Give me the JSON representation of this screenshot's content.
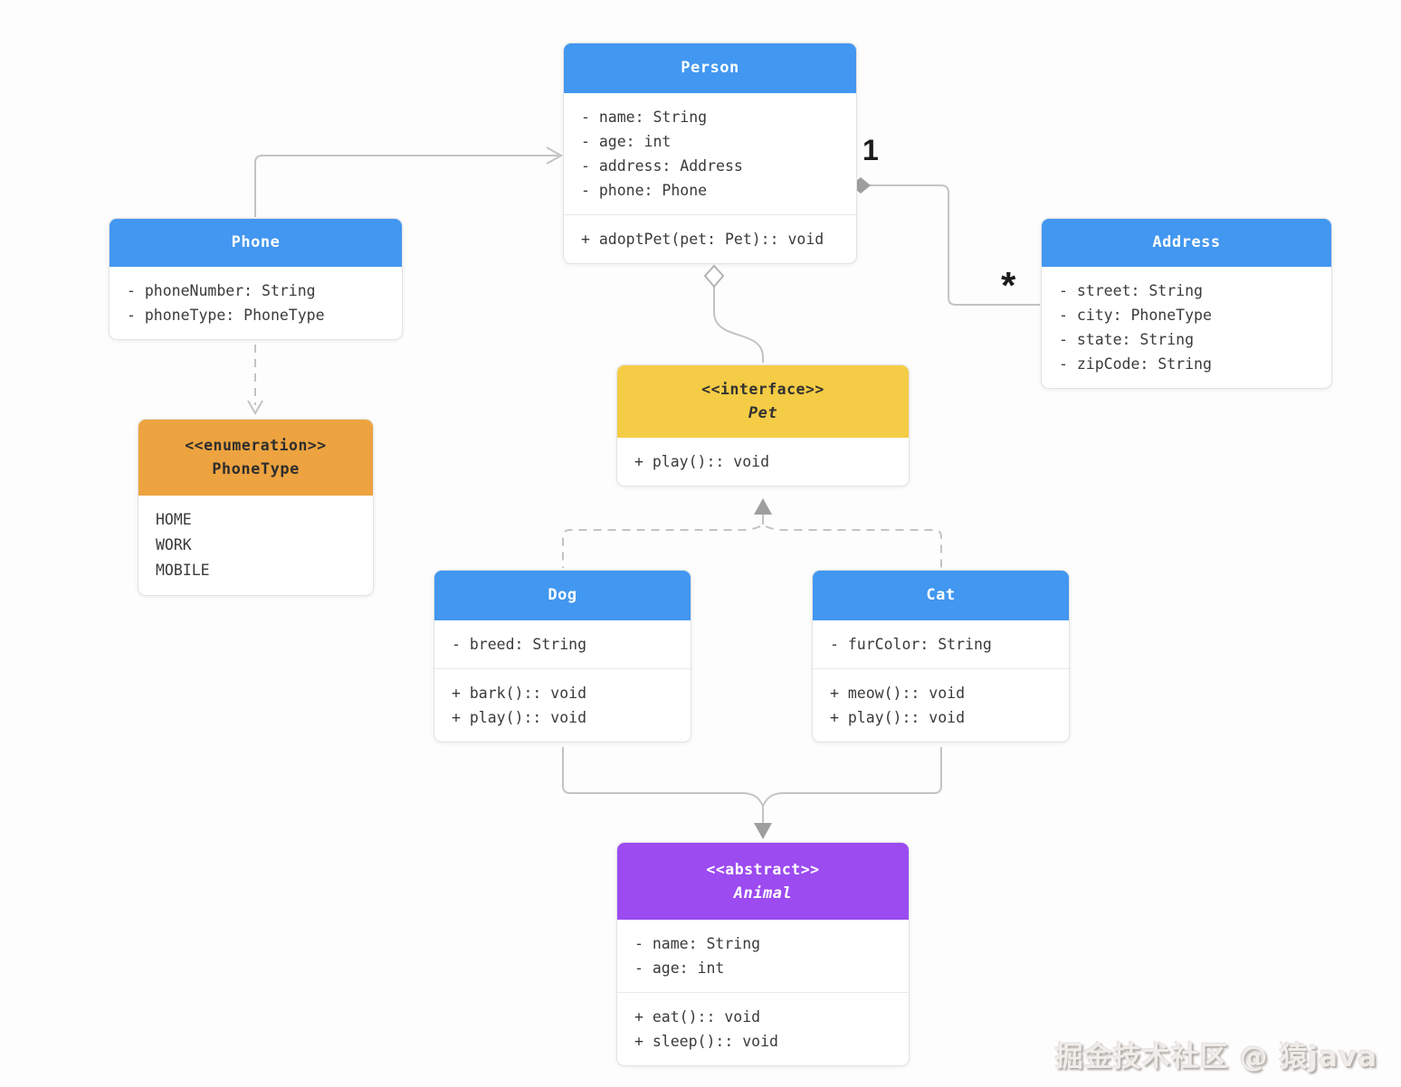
{
  "diagram": {
    "colors": {
      "class_header_blue": "#4297F0",
      "enum_header_orange": "#EDA33F",
      "interface_header_yellow": "#F5CC45",
      "abstract_header_purple": "#9C4BF0",
      "connector_gray": "#c3c3c3",
      "arrow_fill_gray": "#9e9e9e"
    },
    "classes": {
      "person": {
        "title": "Person",
        "attributes": [
          "- name: String",
          "- age: int",
          "- address: Address",
          "- phone: Phone"
        ],
        "methods": [
          "+ adoptPet(pet: Pet):: void"
        ]
      },
      "phone": {
        "title": "Phone",
        "attributes": [
          "- phoneNumber: String",
          "- phoneType: PhoneType"
        ]
      },
      "address": {
        "title": "Address",
        "attributes": [
          "- street: String",
          "- city: PhoneType",
          "- state: String",
          "- zipCode: String"
        ]
      },
      "phonetype": {
        "stereotype": "<<enumeration>>",
        "title": "PhoneType",
        "values": [
          "HOME",
          "WORK",
          "MOBILE"
        ]
      },
      "pet": {
        "stereotype": "<<interface>>",
        "title": "Pet",
        "methods": [
          "+ play():: void"
        ]
      },
      "dog": {
        "title": "Dog",
        "attributes": [
          "- breed: String"
        ],
        "methods": [
          "+ bark():: void",
          "+ play():: void"
        ]
      },
      "cat": {
        "title": "Cat",
        "attributes": [
          "- furColor: String"
        ],
        "methods": [
          "+ meow():: void",
          "+ play():: void"
        ]
      },
      "animal": {
        "stereotype": "<<abstract>>",
        "title": "Animal",
        "attributes": [
          "- name: String",
          "- age: int"
        ],
        "methods": [
          "+ eat():: void",
          "+ sleep():: void"
        ]
      }
    },
    "labels": {
      "person_address_one": "1",
      "person_address_many": "*"
    },
    "watermark": "掘金技术社区 @ 猿java"
  }
}
